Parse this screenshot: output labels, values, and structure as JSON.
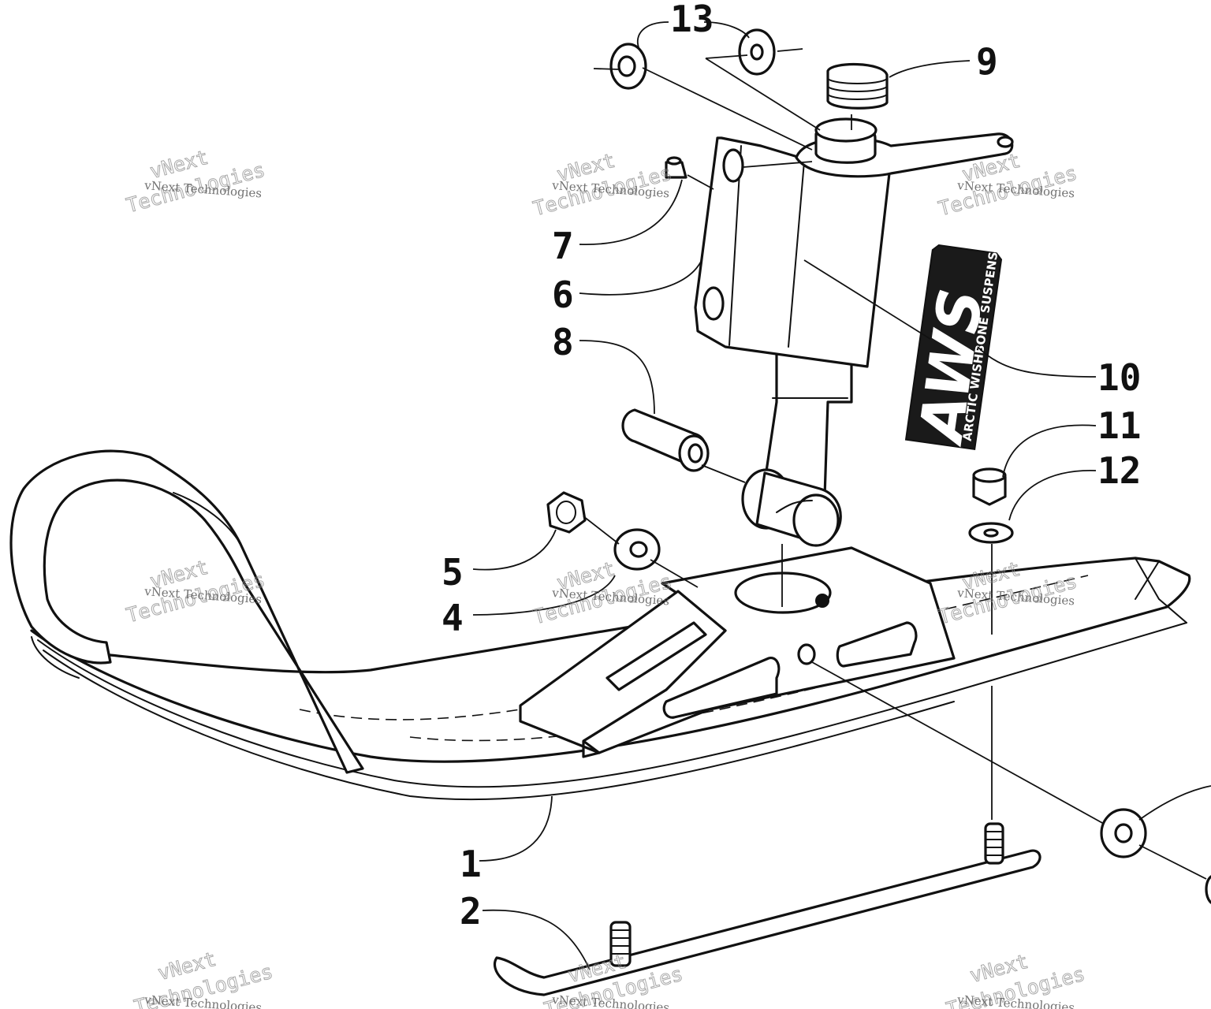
{
  "diagram": {
    "callouts": [
      {
        "id": "1",
        "label": "1"
      },
      {
        "id": "2",
        "label": "2"
      },
      {
        "id": "4",
        "label": "4"
      },
      {
        "id": "5",
        "label": "5"
      },
      {
        "id": "6",
        "label": "6"
      },
      {
        "id": "7",
        "label": "7"
      },
      {
        "id": "8",
        "label": "8"
      },
      {
        "id": "9",
        "label": "9"
      },
      {
        "id": "10",
        "label": "10"
      },
      {
        "id": "11",
        "label": "11"
      },
      {
        "id": "12",
        "label": "12"
      },
      {
        "id": "13",
        "label": "13"
      }
    ],
    "decal": {
      "main": "AWS",
      "sub": "ARCTIC WISHBONE SUSPENSION"
    },
    "watermark": {
      "small": "vNext Technologies",
      "line1": "vNext",
      "line2": "Technologies"
    },
    "colors": {
      "ink": "#111111",
      "paper": "#ffffff",
      "watermark": "#8a8a8a"
    }
  }
}
